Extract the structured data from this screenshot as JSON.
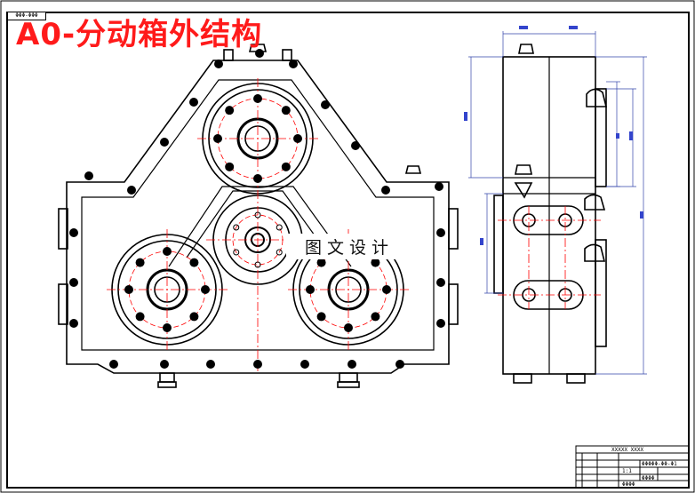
{
  "drawing": {
    "title": "A0-分动箱外结构",
    "watermark": "图文设计",
    "sheet_code": "ΦΦΦ-ΦΦΦ",
    "colors": {
      "line": "#000000",
      "centerline": "#ff0000",
      "title": "#ff1a1a",
      "dimension": "#3344aa",
      "dim_marker": "#3344cc"
    }
  },
  "title_block": {
    "header": "XXXXX XXXX",
    "drawing_no": "ΦΦΦΦΦ-ΦΦ-Φ1",
    "scale": "1:1",
    "sheet": "ΦΦΦΦ",
    "bottom": "ΦΦΦΦ"
  },
  "views": [
    "front-view",
    "side-view"
  ]
}
